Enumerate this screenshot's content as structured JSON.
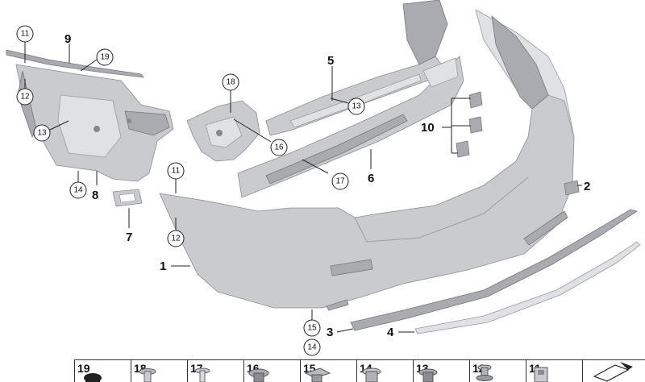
{
  "labels": [
    {
      "text": "1"
    },
    {
      "text": "2"
    },
    {
      "text": "3"
    },
    {
      "text": "4"
    },
    {
      "text": "5"
    },
    {
      "text": "6"
    },
    {
      "text": "7"
    },
    {
      "text": "8"
    },
    {
      "text": "9"
    },
    {
      "text": "10"
    }
  ],
  "circled": [
    {
      "text": "11"
    },
    {
      "text": "12"
    },
    {
      "text": "13"
    },
    {
      "text": "19"
    },
    {
      "text": "14"
    },
    {
      "text": "18"
    },
    {
      "text": "13"
    },
    {
      "text": "16"
    },
    {
      "text": "17"
    },
    {
      "text": "11"
    },
    {
      "text": "12"
    },
    {
      "text": "15"
    },
    {
      "text": "14"
    }
  ],
  "legend": [
    {
      "num": "19",
      "icon": "grommet-icon"
    },
    {
      "num": "18",
      "icon": "expanding-rivet-icon"
    },
    {
      "num": "17",
      "icon": "push-clip-icon"
    },
    {
      "num": "16",
      "icon": "hex-nut-icon"
    },
    {
      "num": "15",
      "icon": "spring-nut-icon"
    },
    {
      "num": "14",
      "icon": "flange-nut-icon"
    },
    {
      "num": "13",
      "icon": "flange-screw-icon"
    },
    {
      "num": "12",
      "icon": "screw-icon"
    },
    {
      "num": "11",
      "icon": "clip-nut-icon"
    },
    {
      "num": "",
      "icon": "view-arrow-icon"
    }
  ]
}
